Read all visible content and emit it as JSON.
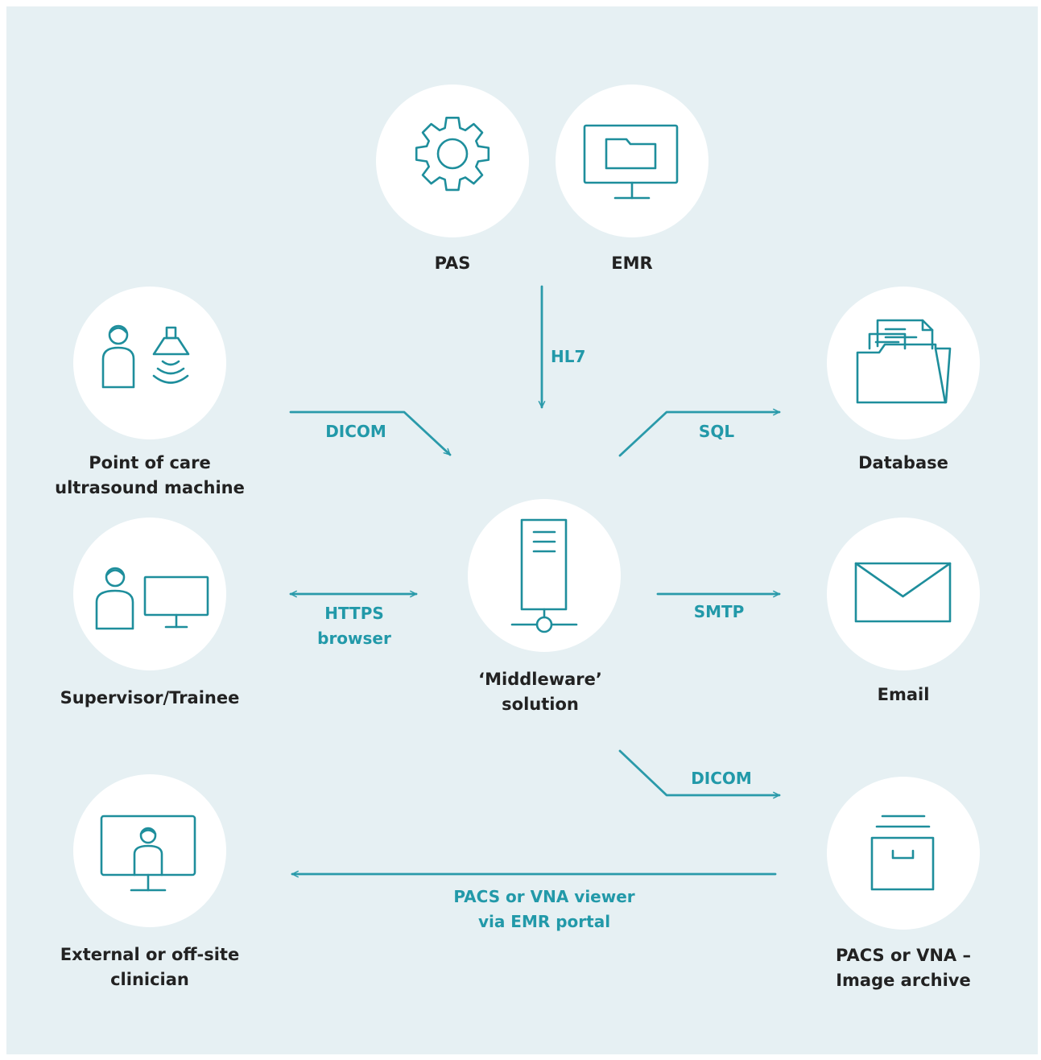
{
  "nodes": {
    "pas": {
      "label": "PAS",
      "icon": "gear-icon"
    },
    "emr": {
      "label": "EMR",
      "icon": "monitor-folder-icon"
    },
    "poc": {
      "label_line1": "Point of care",
      "label_line2": "ultrasound machine",
      "icon": "person-ultrasound-probe-icon"
    },
    "database": {
      "label": "Database",
      "icon": "file-folder-icon"
    },
    "supervisor": {
      "label": "Supervisor/Trainee",
      "icon": "person-monitor-icon"
    },
    "middleware": {
      "label_line1": "‘Middleware’",
      "label_line2": "solution",
      "icon": "server-icon"
    },
    "email": {
      "label": "Email",
      "icon": "envelope-icon"
    },
    "external": {
      "label_line1": "External or off-site",
      "label_line2": "clinician",
      "icon": "person-in-monitor-icon"
    },
    "pacs": {
      "label_line1": "PACS or VNA –",
      "label_line2": "Image archive",
      "icon": "archive-box-icon"
    }
  },
  "edges": {
    "hl7": {
      "label": "HL7"
    },
    "dicom_in": {
      "label": "DICOM"
    },
    "sql": {
      "label": "SQL"
    },
    "https": {
      "label_line1": "HTTPS",
      "label_line2": "browser"
    },
    "smtp": {
      "label": "SMTP"
    },
    "dicom_out": {
      "label": "DICOM"
    },
    "viewer": {
      "label_line1": "PACS or VNA viewer",
      "label_line2": "via EMR portal"
    }
  },
  "colors": {
    "background": "#e6f0f3",
    "node_fill": "#ffffff",
    "icon_stroke": "#1e8e9c",
    "arrow": "#2a9aaa",
    "node_text": "#222222",
    "edge_text": "#2299a9"
  }
}
